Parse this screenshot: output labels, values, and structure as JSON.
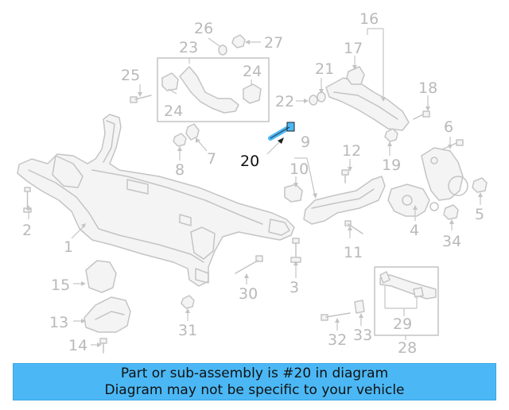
{
  "diagram": {
    "highlighted_part": "20",
    "labels": {
      "p1": "1",
      "p2": "2",
      "p3": "3",
      "p4": "4",
      "p5": "5",
      "p6": "6",
      "p7": "7",
      "p8": "8",
      "p9": "9",
      "p10": "10",
      "p11": "11",
      "p12": "12",
      "p13": "13",
      "p14": "14",
      "p15": "15",
      "p16": "16",
      "p17": "17",
      "p18": "18",
      "p19": "19",
      "p20": "20",
      "p21": "21",
      "p22": "22",
      "p23": "23",
      "p24a": "24",
      "p24b": "24",
      "p25": "25",
      "p26": "26",
      "p27": "27",
      "p28": "28",
      "p29": "29",
      "p30": "30",
      "p31": "31",
      "p32": "32",
      "p33": "33",
      "p34": "34"
    },
    "colors": {
      "line": "#c4c4c4",
      "label": "#b9b9b9",
      "highlight_part": "#4bb8f5",
      "banner_bg": "#4bb8f5"
    }
  },
  "banner": {
    "line1": "Part or sub-assembly is #20 in diagram",
    "line2": "Diagram may not be specific to your vehicle"
  }
}
